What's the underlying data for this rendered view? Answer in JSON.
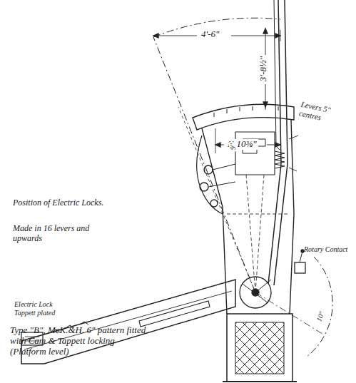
{
  "diagram": {
    "caption": "Type \"B\", McK.&H. 6\" pattern fitted with Cam & Tappett locking (Platform level)",
    "labels": [
      "4'-6\"",
      "3'-8½\"",
      "1'-10⅜\"",
      "Levers 5\" centres",
      "Position of Electric Locks.",
      "Made in 16 levers and upwards",
      "Electric Lock Tappett plated",
      "Rotary Contact",
      "9\"",
      "10\""
    ]
  }
}
